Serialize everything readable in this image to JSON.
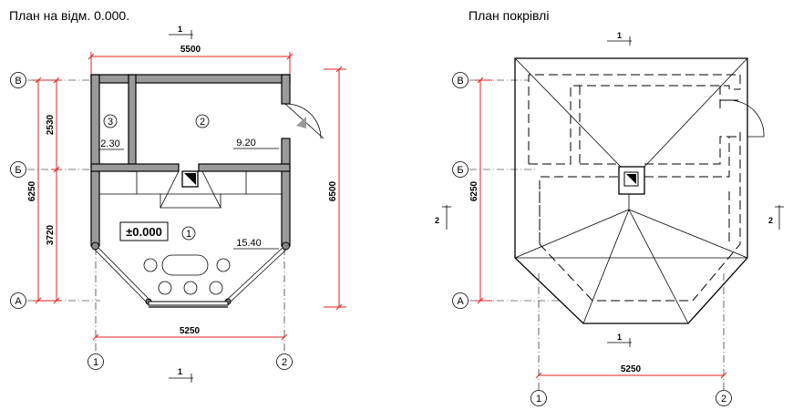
{
  "left_plan": {
    "title": "План на відм. 0.000.",
    "dims": {
      "top_width": "5500",
      "bottom_width": "5250",
      "left_total": "6250",
      "left_upper": "2530",
      "left_lower": "3720",
      "right_total": "6500"
    },
    "axes": [
      "В",
      "Б",
      "А",
      "1",
      "2"
    ],
    "rooms": [
      {
        "number": "1",
        "area": "15.40"
      },
      {
        "number": "2",
        "area": "9.20"
      },
      {
        "number": "3",
        "area": "2.30"
      }
    ],
    "level": "±0.000",
    "section_mark": "1"
  },
  "right_plan": {
    "title": "План покрівлі",
    "dims": {
      "bottom_width": "5250",
      "left_total": "6250"
    },
    "axes": [
      "В",
      "Б",
      "А",
      "1",
      "2"
    ],
    "section_mark_top": "1",
    "section_mark_bottom": "1",
    "section_mark_side": "2"
  }
}
